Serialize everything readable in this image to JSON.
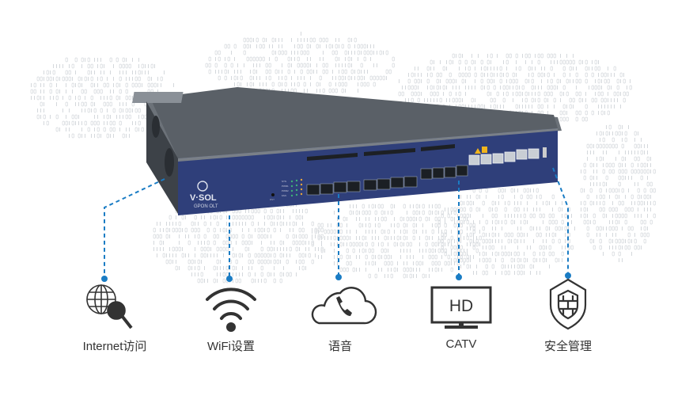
{
  "device": {
    "brand": "V·SOL",
    "model": "GPON OLT",
    "reset_label": "RST",
    "status_leds": [
      "SYS",
      "PWR1",
      "PWR2",
      "FAN"
    ]
  },
  "features": [
    {
      "label": "Internet访问",
      "icon": "globe-search-icon"
    },
    {
      "label": "WiFi设置",
      "icon": "wifi-icon"
    },
    {
      "label": "语音",
      "icon": "cloud-phone-icon"
    },
    {
      "label": "CATV",
      "icon": "hd-tv-icon",
      "icon_text": "HD"
    },
    {
      "label": "安全管理",
      "icon": "shield-icon"
    }
  ],
  "colors": {
    "accent": "#1a7cc4",
    "panel": "#2f3f7a",
    "chassis": "#5b6168",
    "icon": "#333333"
  }
}
